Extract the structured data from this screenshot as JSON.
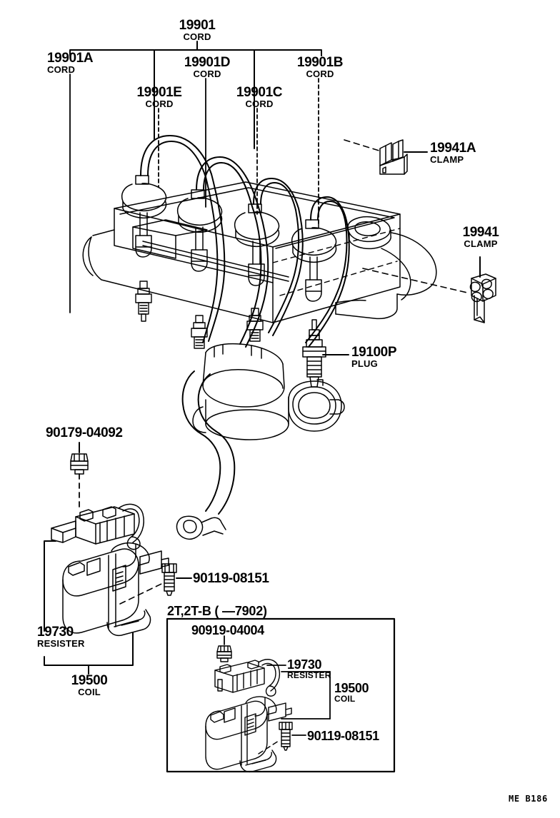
{
  "diagram": {
    "title_watermark": "ME B186",
    "inset_header": "2T,2T-B (      —7902)"
  },
  "labels": {
    "cord_main": {
      "number": "19901",
      "name": "CORD"
    },
    "cord_a": {
      "number": "19901A",
      "name": "CORD"
    },
    "cord_b": {
      "number": "19901B",
      "name": "CORD"
    },
    "cord_c": {
      "number": "19901C",
      "name": "CORD"
    },
    "cord_d": {
      "number": "19901D",
      "name": "CORD"
    },
    "cord_e": {
      "number": "19901E",
      "name": "CORD"
    },
    "clamp_a": {
      "number": "19941A",
      "name": "CLAMP"
    },
    "clamp": {
      "number": "19941",
      "name": "CLAMP"
    },
    "plug": {
      "number": "19100P",
      "name": "PLUG"
    },
    "resister": {
      "number": "19730",
      "name": "RESISTER"
    },
    "coil": {
      "number": "19500",
      "name": "COIL"
    },
    "resister_inset": {
      "number": "19730",
      "name": "RESISTER"
    },
    "coil_inset": {
      "number": "19500",
      "name": "COIL"
    }
  },
  "fasteners": {
    "nut_90179": "90179-04092",
    "bolt_90119": "90119-08151",
    "nut_90919_inset": "90919-04004",
    "bolt_90119_inset": "90119-08151"
  },
  "colors": {
    "line": "#000000",
    "background": "#ffffff"
  }
}
